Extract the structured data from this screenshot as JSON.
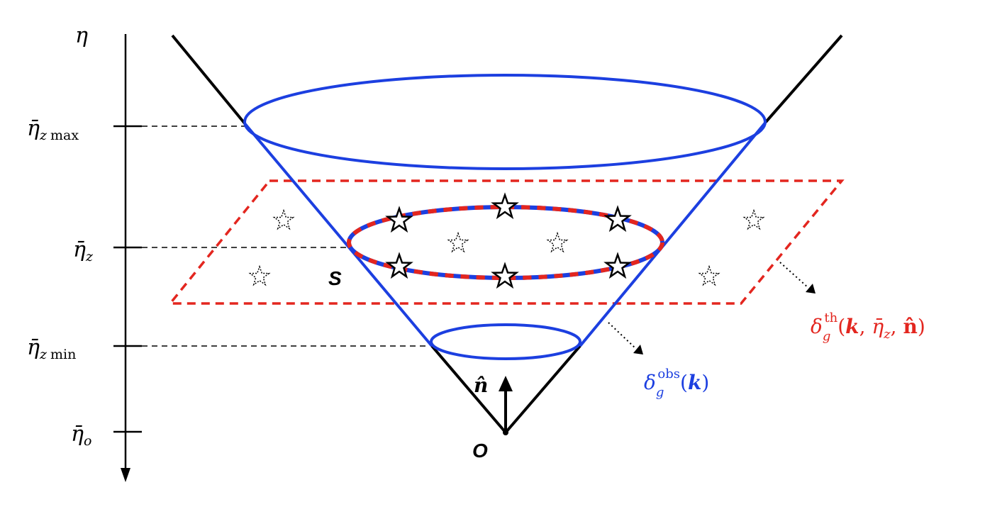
{
  "axis": {
    "label": "η",
    "ticks": [
      {
        "main": "η̄",
        "sub": "z",
        "upright": "max"
      },
      {
        "main": "η̄",
        "sub": "z",
        "upright": ""
      },
      {
        "main": "η̄",
        "sub": "z",
        "upright": "min"
      },
      {
        "main": "η̄",
        "sub": "o",
        "upright": ""
      }
    ]
  },
  "points": {
    "source": "S",
    "observer": "O",
    "direction": "n̂"
  },
  "labels": {
    "theory": {
      "delta": "δ",
      "g": "g",
      "sup": "th",
      "args_open": "(",
      "k": "k",
      "comma1": ", ",
      "eta": "η̄",
      "eta_sub": "z",
      "comma2": ", ",
      "n": "n̂",
      "args_close": ")"
    },
    "observed": {
      "delta": "δ",
      "g": "g",
      "sup": "obs",
      "args_open": "(",
      "k": "k",
      "args_close": ")"
    }
  },
  "colors": {
    "cone": "#1c3fe0",
    "plane": "#e3261f",
    "black": "#000000"
  }
}
